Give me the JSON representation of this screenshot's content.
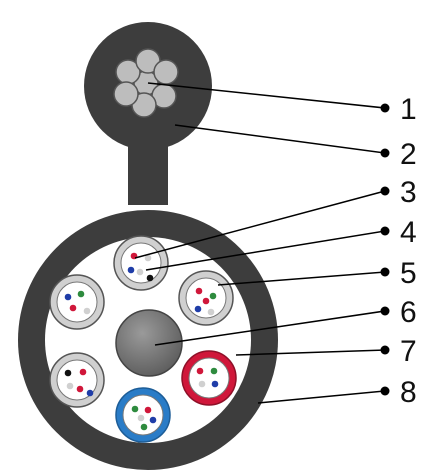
{
  "labels": [
    "1",
    "2",
    "3",
    "4",
    "5",
    "6",
    "7",
    "8"
  ],
  "colors": {
    "sheath": "#3d3d3d",
    "messenger_wire": "#bdbdbd",
    "filler": "#ffffff",
    "central_member": "#7a7a7a",
    "tube_gray": "#d0d0d0",
    "tube_red": "#d0173a",
    "tube_blue": "#2a7cc7",
    "leader_line": "#000000"
  }
}
